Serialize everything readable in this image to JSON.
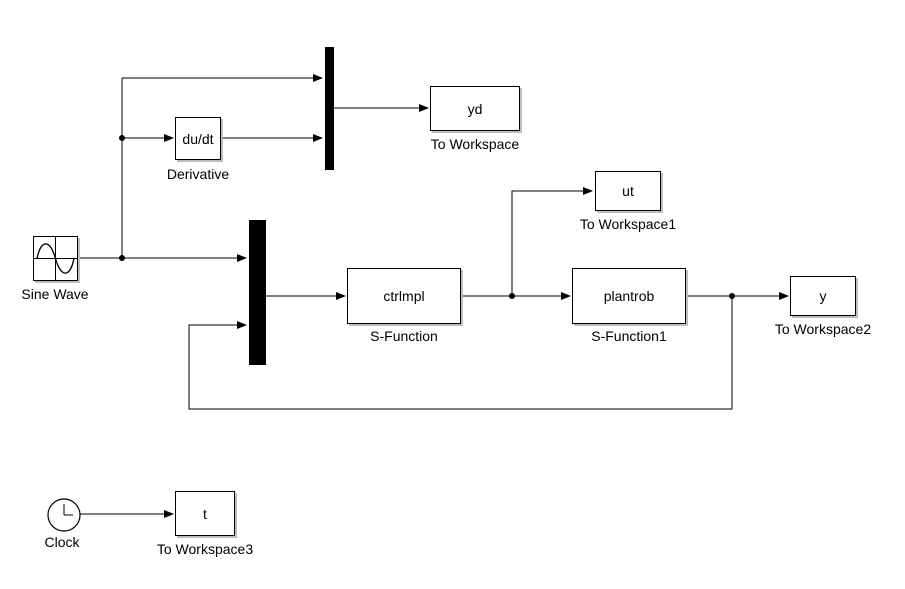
{
  "blocks": {
    "derivative": {
      "text": "du/dt",
      "label": "Derivative"
    },
    "yd": {
      "text": "yd",
      "label": "To Workspace"
    },
    "ut": {
      "text": "ut",
      "label": "To Workspace1"
    },
    "sine": {
      "label": "Sine Wave"
    },
    "ctrl": {
      "text": "ctrlmpl",
      "label": "S-Function"
    },
    "plant": {
      "text": "plantrob",
      "label": "S-Function1"
    },
    "y": {
      "text": "y",
      "label": "To Workspace2"
    },
    "clock": {
      "label": "Clock"
    },
    "t": {
      "text": "t",
      "label": "To Workspace3"
    }
  }
}
